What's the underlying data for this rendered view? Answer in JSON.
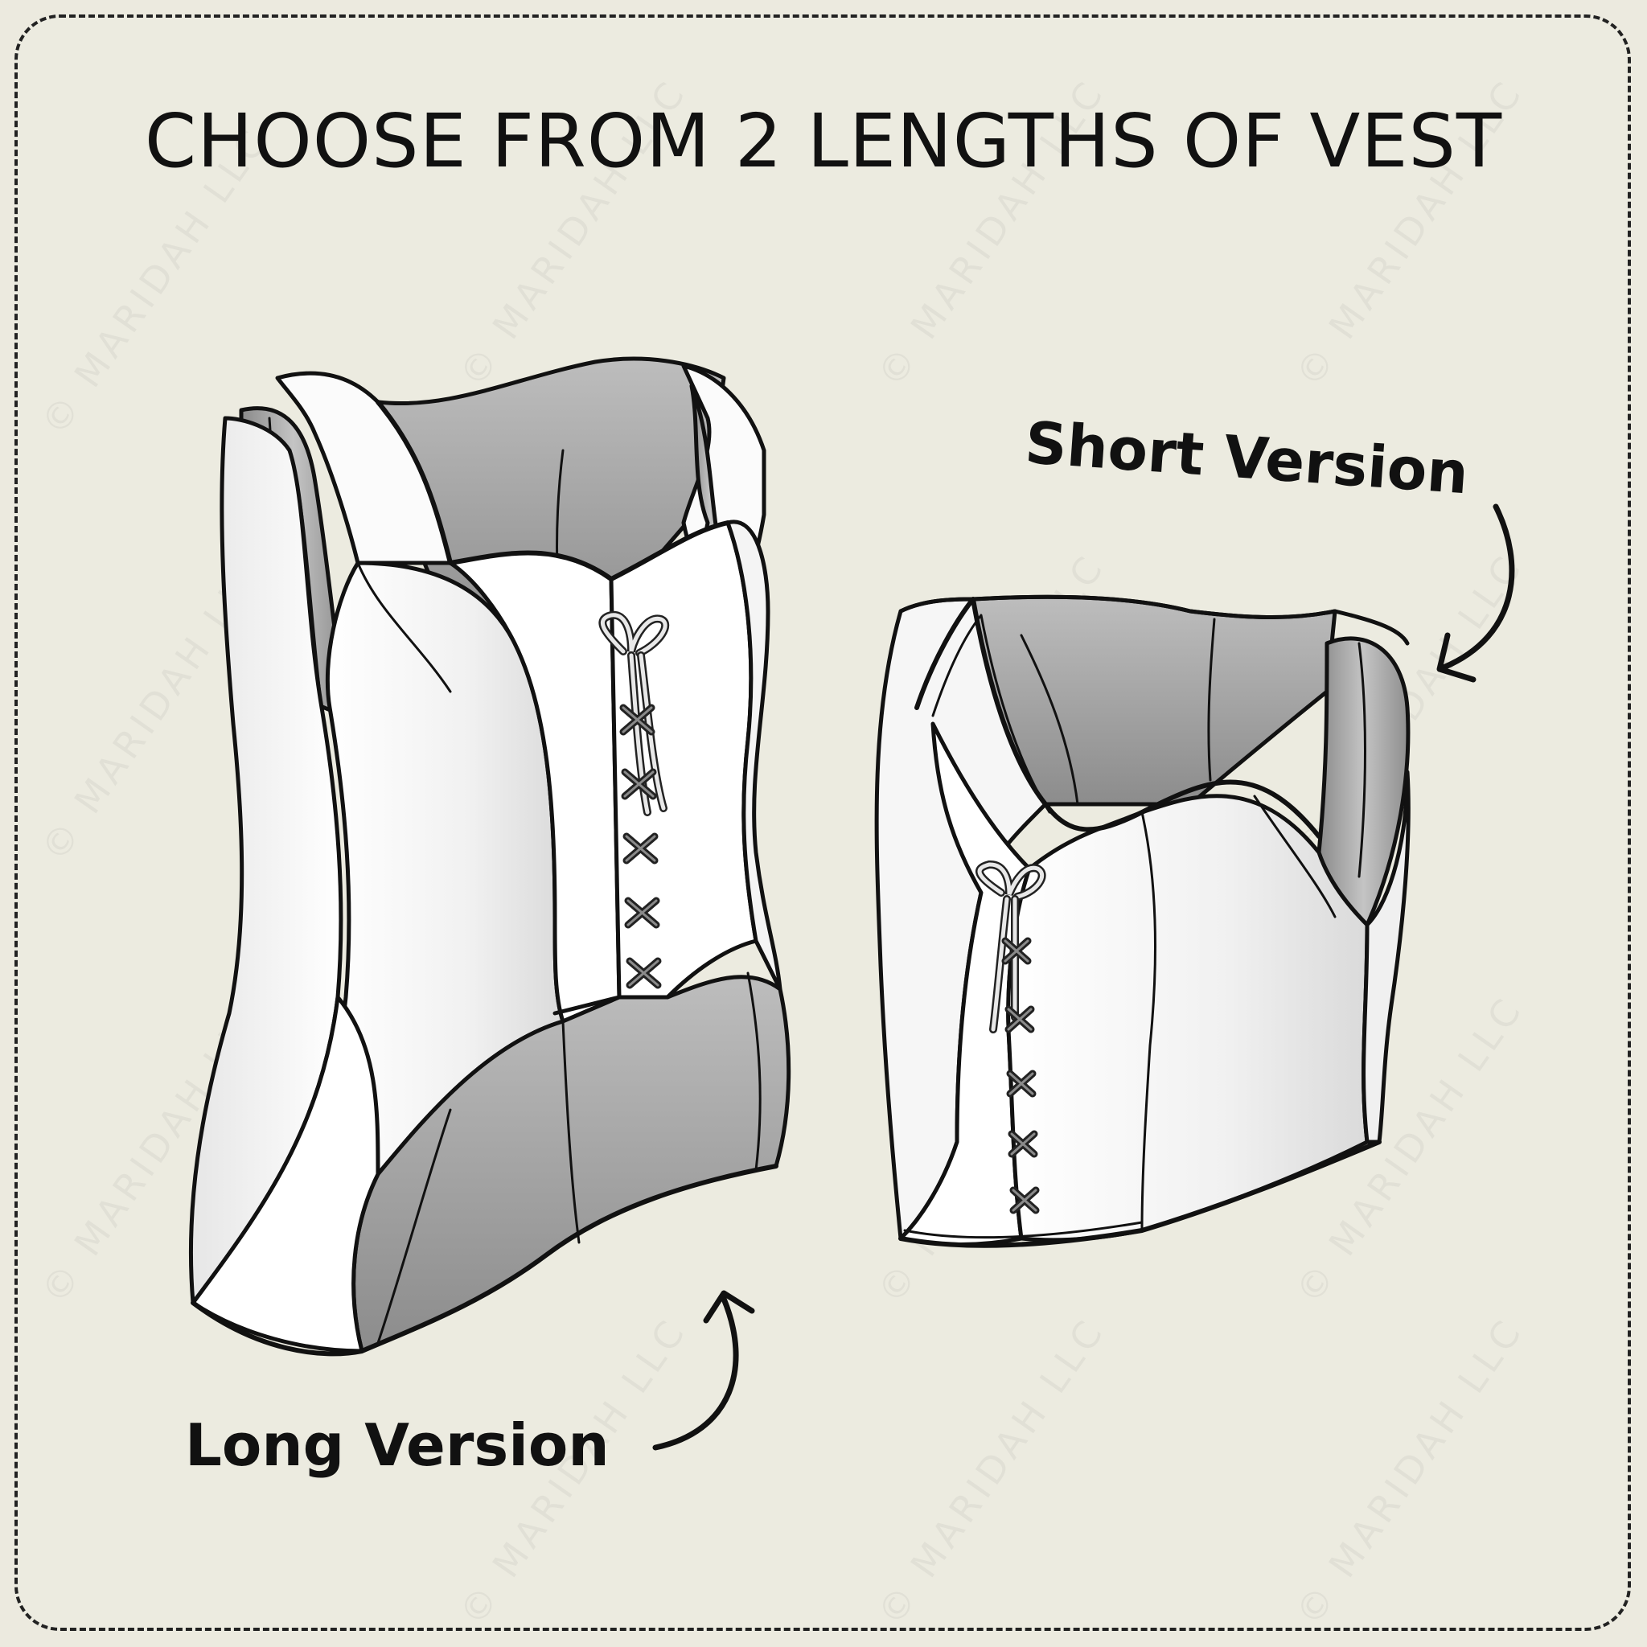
{
  "title": "CHOOSE FROM 2 LENGTHS OF VEST",
  "labels": {
    "short": "Short Version",
    "long": "Long Version"
  },
  "watermark": "© MARIDAH LLC",
  "colors": {
    "background": "#ecebe0",
    "outline": "#111111",
    "fabric": "#f7f7f7",
    "lining": "#9a9a9a"
  }
}
